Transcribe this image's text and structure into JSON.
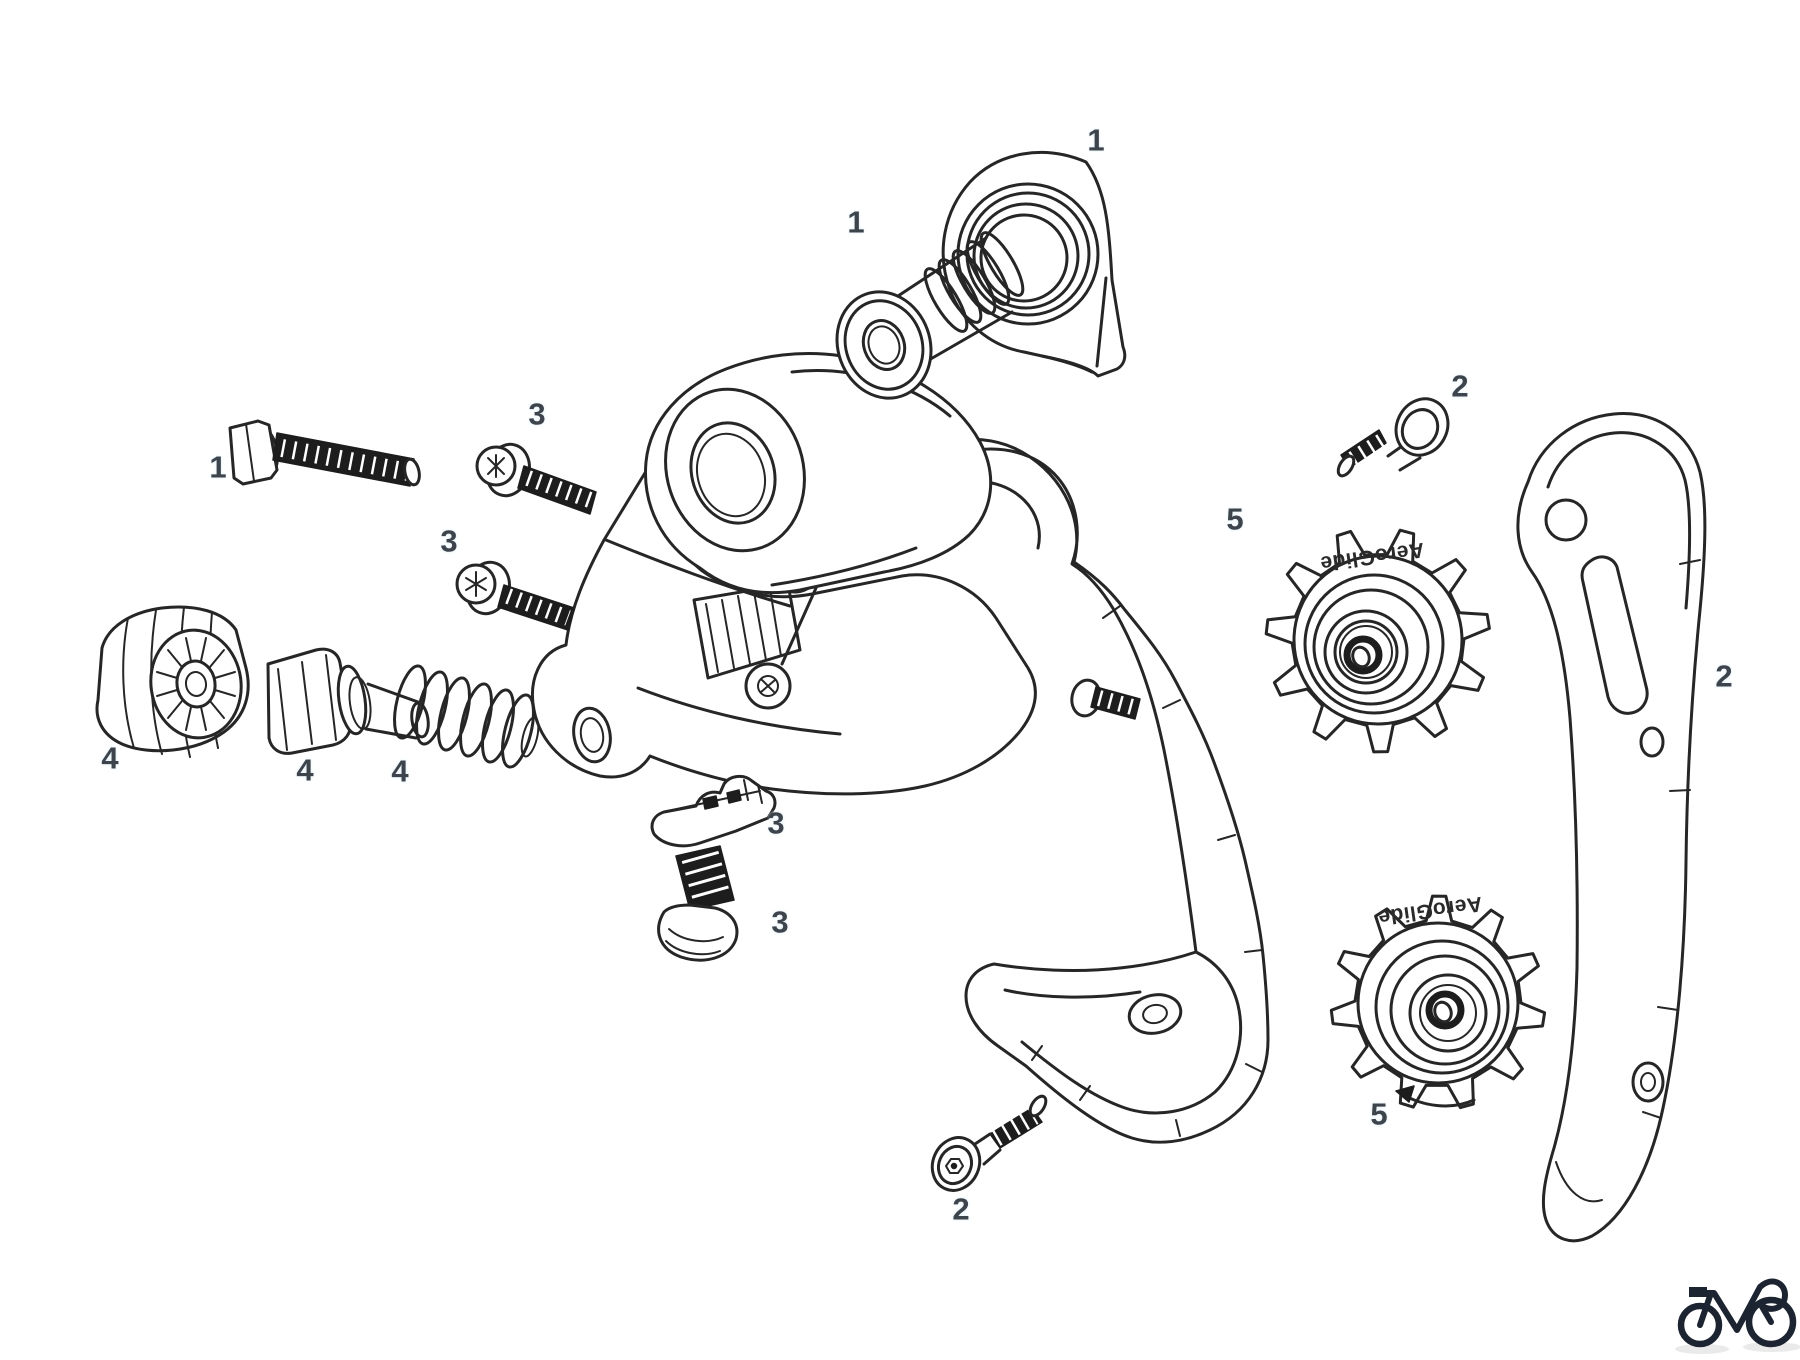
{
  "diagram": {
    "background_color": "#ffffff",
    "line_color": "#262626",
    "callout_color": "#3e444c",
    "logo_color": "#1b2430"
  },
  "callouts": [
    {
      "label": "1"
    },
    {
      "label": "1"
    },
    {
      "label": "1"
    },
    {
      "label": "3"
    },
    {
      "label": "3"
    },
    {
      "label": "2"
    },
    {
      "label": "5"
    },
    {
      "label": "2"
    },
    {
      "label": "4"
    },
    {
      "label": "4"
    },
    {
      "label": "4"
    },
    {
      "label": "3"
    },
    {
      "label": "3"
    },
    {
      "label": "5"
    },
    {
      "label": "2"
    }
  ],
  "pulleys": {
    "upper_text": "AeroGlide",
    "lower_text": "AeroGlide"
  }
}
